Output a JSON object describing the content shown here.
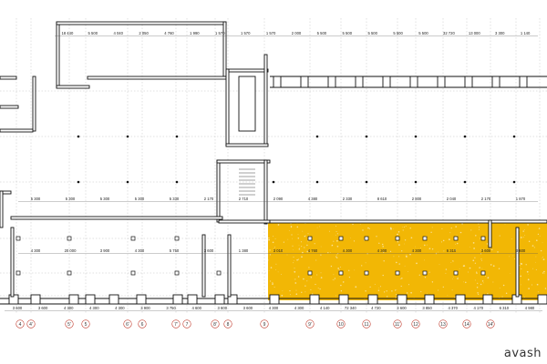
{
  "logo": "avash",
  "colors": {
    "wall": "#111111",
    "hatch": "#f2b705",
    "dim": "#555555",
    "axis_circle": "#c0392b",
    "grid": "#999999"
  },
  "dims_top": [
    "18 440",
    "5 500",
    "4 040",
    "2 050",
    "4 760",
    "1 990",
    "1 570",
    "1 570",
    "1 570",
    "2 000",
    "5 500",
    "5 500",
    "5 500",
    "5 500",
    "5 500",
    "32 720",
    "13 000",
    "3 300",
    "1 140"
  ],
  "dims_mid": [
    "5 300",
    "5 300",
    "5 300",
    "5 300",
    "5 330",
    "2 170",
    "2 710",
    "2 090",
    "4 380",
    "2 330",
    "8 610",
    "2 800",
    "2 040",
    "2 170",
    "1 870"
  ],
  "dims_inner": [
    "4 300",
    "20 000",
    "3 900",
    "4 300",
    "5 750",
    "3 600",
    "1 380",
    "3 010",
    "4 760",
    "4 300",
    "4 300",
    "4 300",
    "6 310",
    "3 600",
    "3 600"
  ],
  "dims_bottom": [
    "3 600",
    "3 600",
    "4 300",
    "4 300",
    "4 300",
    "3 900",
    "3 750",
    "4 600",
    "3 600",
    "3 600",
    "4 300",
    "4 300",
    "4 140",
    "72 340",
    "4 720",
    "3 600",
    "3 850",
    "4 370",
    "4 170",
    "6 310",
    "4 980"
  ],
  "axis_labels": [
    "4",
    "4'",
    "5'",
    "5",
    "6'",
    "6",
    "7'",
    "7",
    "8'",
    "8",
    "9",
    "9'",
    "10",
    "11",
    "11'",
    "12",
    "13",
    "14",
    "14'"
  ]
}
